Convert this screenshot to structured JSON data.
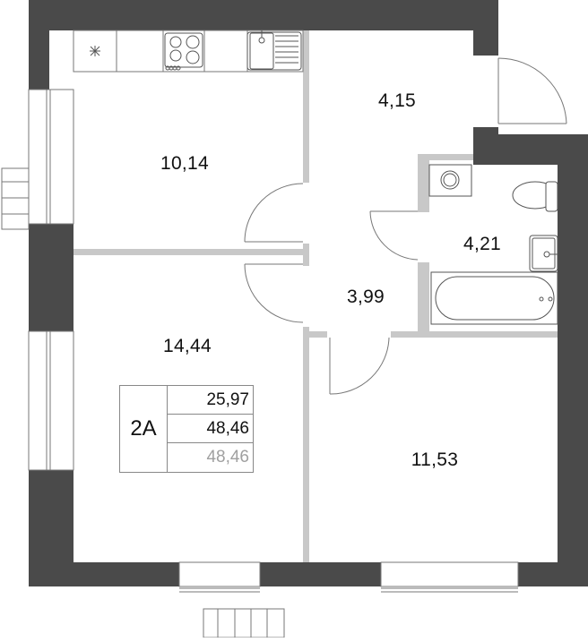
{
  "plan": {
    "colors": {
      "outer_wall": "#4a4a4a",
      "inner_wall": "#c8c8c8",
      "line": "#777777",
      "text": "#111111",
      "muted_text": "#a0a0a0"
    },
    "rooms": [
      {
        "id": "kitchen",
        "area": "10,14"
      },
      {
        "id": "hall",
        "area": "4,15"
      },
      {
        "id": "bathroom",
        "area": "4,21"
      },
      {
        "id": "corridor",
        "area": "3,99"
      },
      {
        "id": "living-room",
        "area": "14,44"
      },
      {
        "id": "bedroom",
        "area": "11,53"
      }
    ],
    "info": {
      "type": "2A",
      "living_area": "25,97",
      "total_area": "48,46",
      "total_area_with_balcony": "48,46"
    }
  }
}
